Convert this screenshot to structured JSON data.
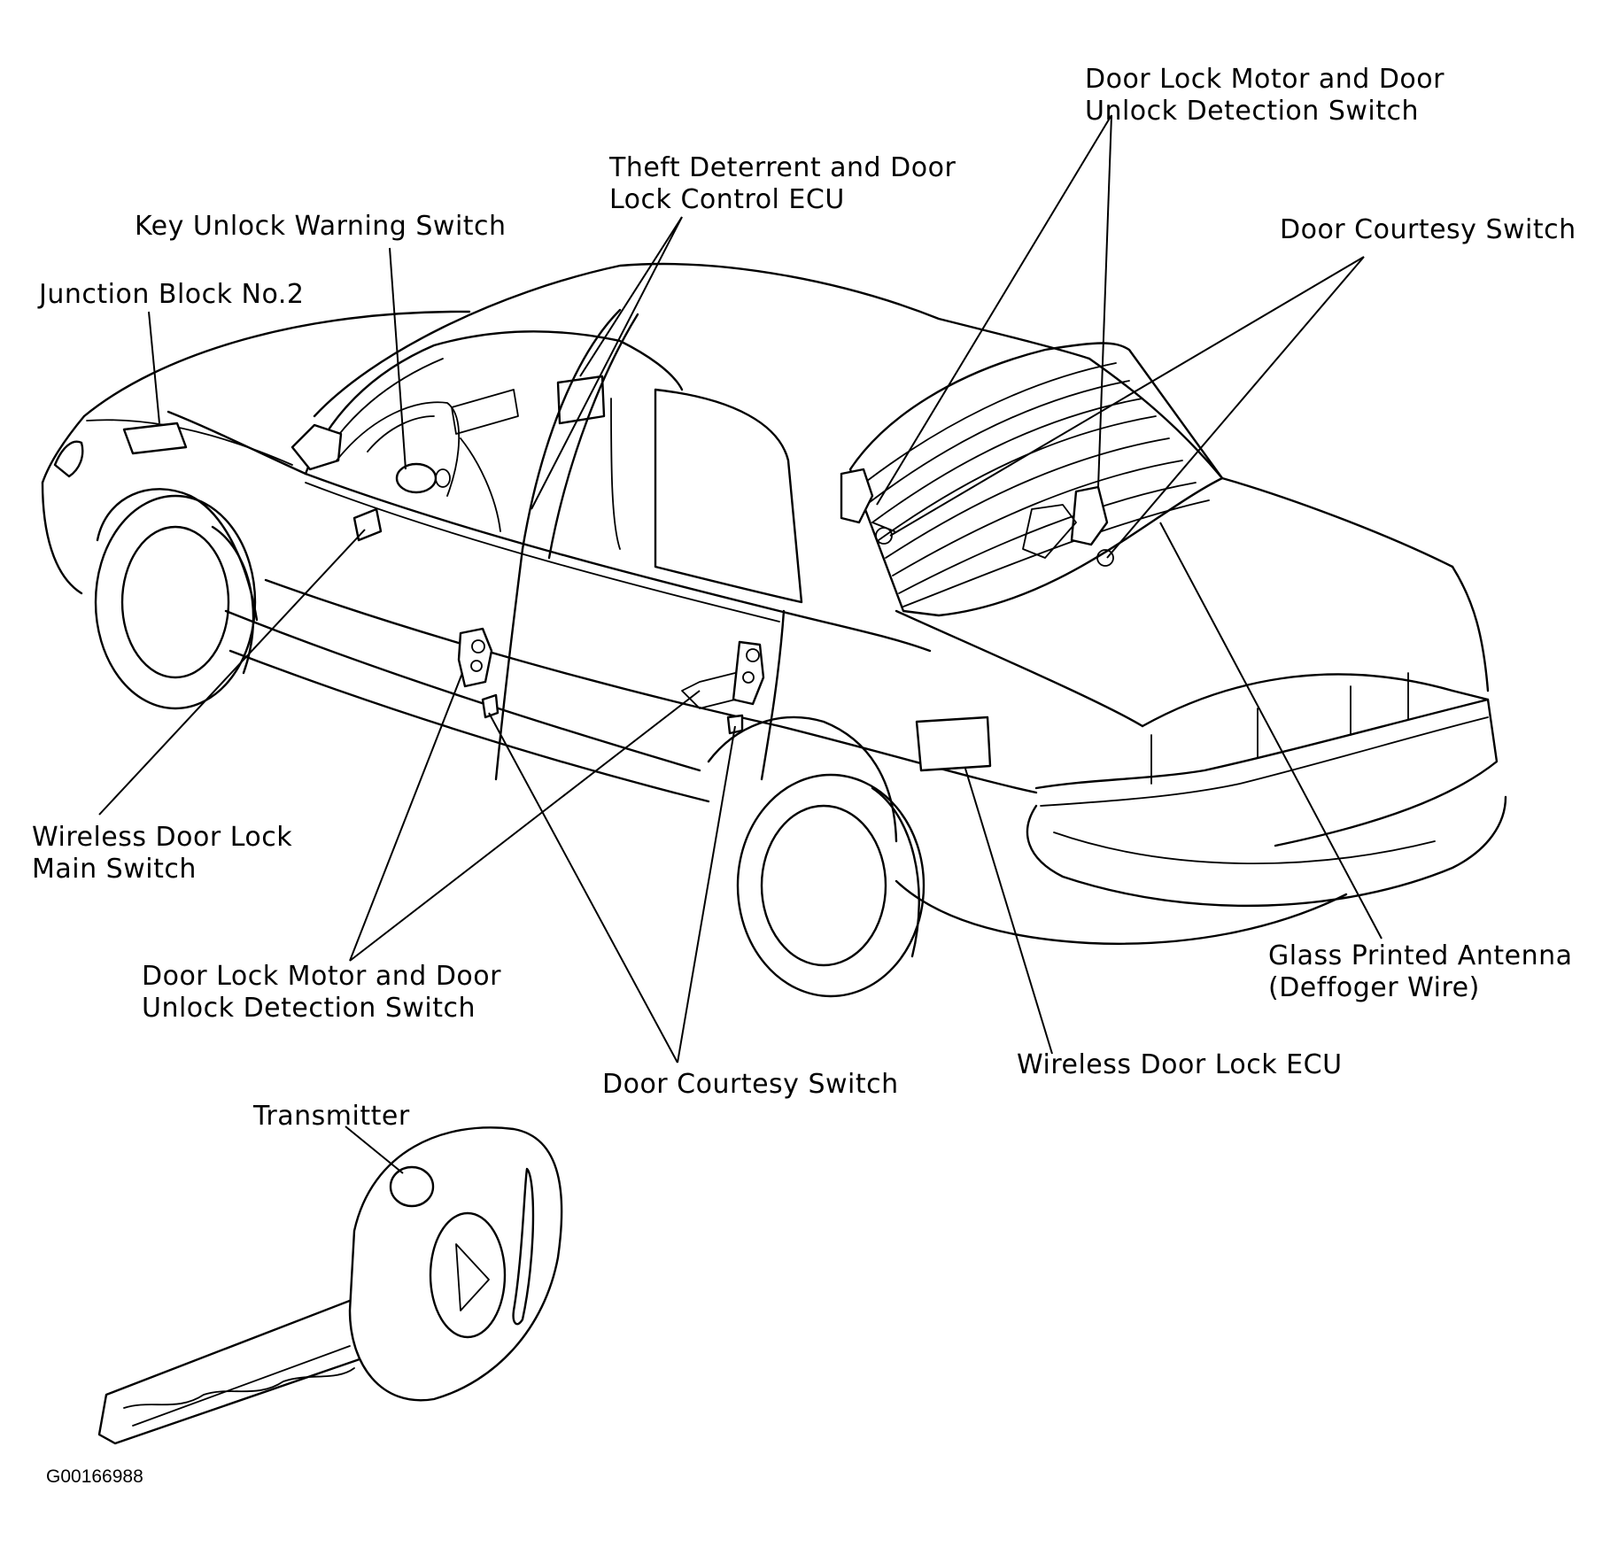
{
  "labels": {
    "door_lock_motor_rear": [
      "Door Lock Motor and Door",
      "Unlock Detection Switch"
    ],
    "theft_deterrent_ecu": [
      "Theft Deterrent and Door",
      "Lock Control ECU"
    ],
    "key_unlock_warning_switch": "Key Unlock Warning Switch",
    "door_courtesy_switch_rear": "Door Courtesy Switch",
    "junction_block": "Junction Block No.2",
    "wireless_main_switch": [
      "Wireless Door Lock",
      "Main Switch"
    ],
    "door_lock_motor_front": [
      "Door Lock Motor and Door",
      "Unlock Detection Switch"
    ],
    "door_courtesy_switch_front": "Door Courtesy Switch",
    "wireless_ecu": "Wireless Door Lock ECU",
    "glass_antenna": [
      "Glass Printed Antenna",
      "(Deffoger Wire)"
    ],
    "transmitter": "Transmitter"
  },
  "figure_code": "G00166988"
}
